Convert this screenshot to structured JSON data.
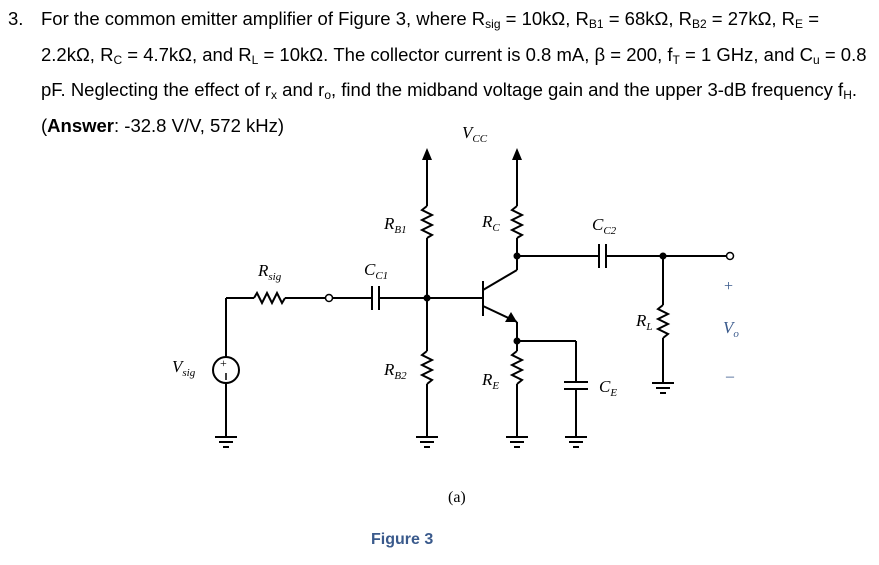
{
  "problem": {
    "number": "3.",
    "text_1": "For the common emitter amplifier of Figure 3, where R",
    "sub_sig": "sig",
    "text_2": " = 10kΩ, R",
    "sub_b1": "B1",
    "text_3": " = 68kΩ, R",
    "sub_b2": "B2",
    "text_4": " = 27kΩ, R",
    "sub_e": "E",
    "text_5": " = 2.2kΩ, R",
    "sub_c": "C",
    "text_6": " = 4.7kΩ, and R",
    "sub_l": "L",
    "text_7": " = 10kΩ. The collector current is 0.8 mA, β = 200, f",
    "sub_t": "T",
    "text_8": " = 1 GHz, and C",
    "sub_u": "u",
    "text_9": " = 0.8 pF. Neglecting the effect of r",
    "sub_x": "x",
    "text_10": " and r",
    "sub_o": "o",
    "text_11": ", find the midband voltage gain and the upper 3-dB frequency f",
    "sub_h": "H",
    "text_12": ". (",
    "answer_label": "Answer",
    "answer_value": ": -32.8 V/V, 572 kHz)"
  },
  "circuit": {
    "supply": {
      "main": "V",
      "sub": "CC"
    },
    "rsig": {
      "main": "R",
      "sub": "sig"
    },
    "cc1": {
      "main": "C",
      "sub": "C1"
    },
    "rb1": {
      "main": "R",
      "sub": "B1"
    },
    "rb2": {
      "main": "R",
      "sub": "B2"
    },
    "rc": {
      "main": "R",
      "sub": "C"
    },
    "re": {
      "main": "R",
      "sub": "E"
    },
    "cc2": {
      "main": "C",
      "sub": "C2"
    },
    "ce": {
      "main": "C",
      "sub": "E"
    },
    "rl": {
      "main": "R",
      "sub": "L"
    },
    "vsig": {
      "main": "V",
      "sub": "sig"
    },
    "vo": {
      "main": "V",
      "sub": "o"
    },
    "plus": "+",
    "minus": "–",
    "part_label": "(a)"
  },
  "figure_caption": "Figure 3"
}
